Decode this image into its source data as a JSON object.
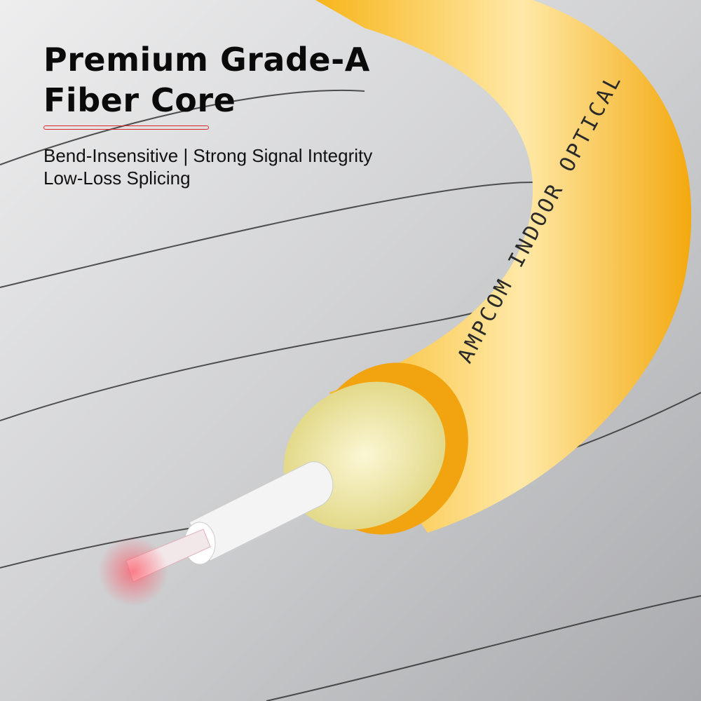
{
  "headline": {
    "line1": "Premium Grade-A",
    "line2": "Fiber Core"
  },
  "subtitle": {
    "line1": "Bend-Insensitive | Strong Signal Integrity",
    "line2": "Low-Loss Splicing"
  },
  "cable_print": "AMPCOM INDOOR OPTICAL",
  "colors": {
    "accent": "#d9262b",
    "jacket": "#f5b21c",
    "aramid": "#ece7a8",
    "background": "#d8d9db"
  }
}
